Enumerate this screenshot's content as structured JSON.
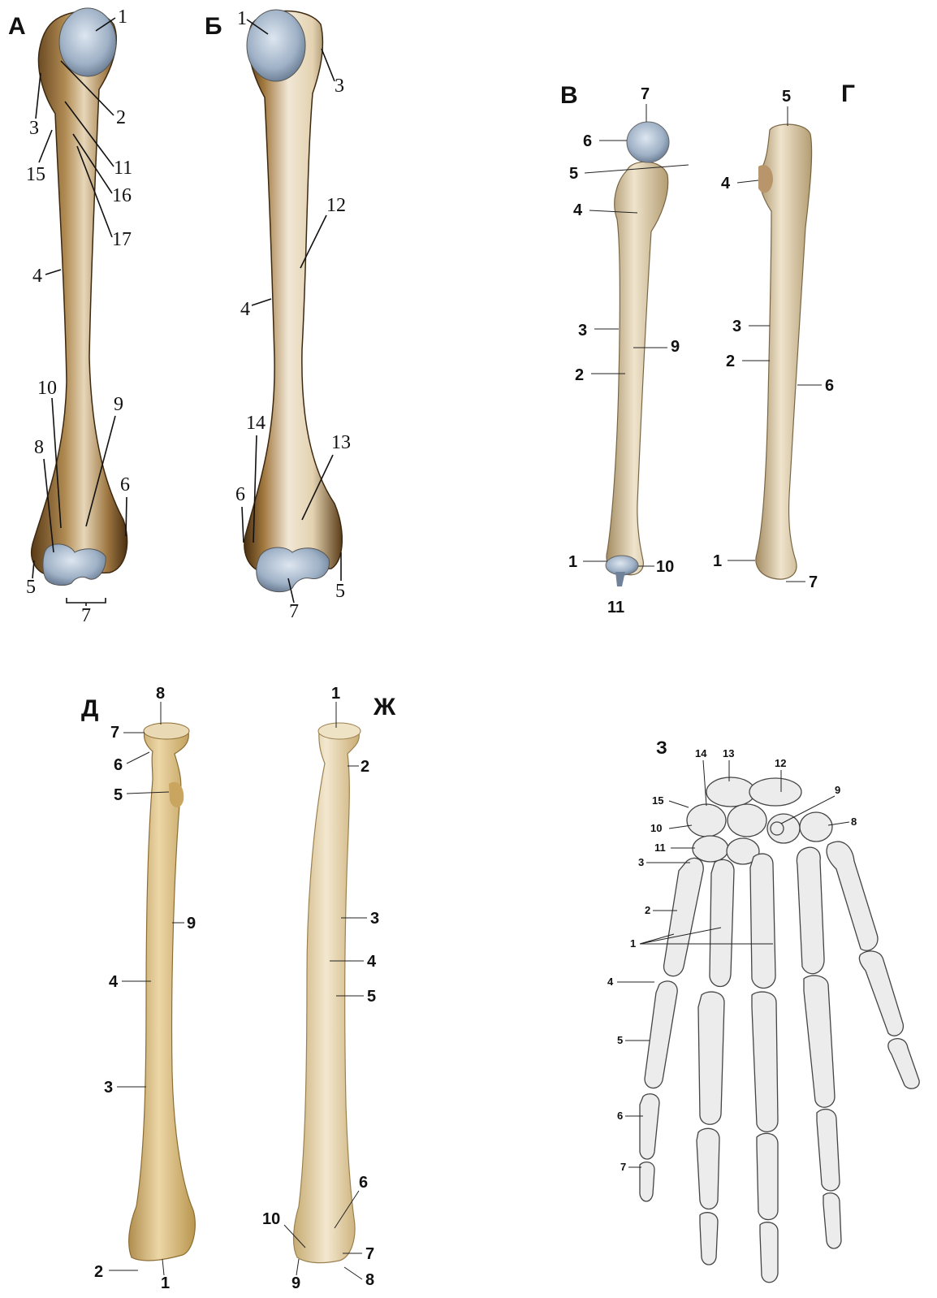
{
  "panels": {
    "A": {
      "letter": "А",
      "labels": [
        "1",
        "2",
        "3",
        "15",
        "11",
        "16",
        "17",
        "4",
        "10",
        "9",
        "8",
        "6",
        "5",
        "7"
      ]
    },
    "B": {
      "letter": "Б",
      "labels": [
        "1",
        "3",
        "12",
        "4",
        "14",
        "13",
        "6",
        "5",
        "7"
      ]
    },
    "V": {
      "letter": "В",
      "labels": [
        "7",
        "6",
        "5",
        "4",
        "3",
        "9",
        "2",
        "1",
        "10",
        "11"
      ]
    },
    "G": {
      "letter": "Г",
      "labels": [
        "5",
        "4",
        "3",
        "2",
        "6",
        "1",
        "7"
      ]
    },
    "D": {
      "letter": "Д",
      "labels": [
        "8",
        "7",
        "6",
        "5",
        "9",
        "4",
        "3",
        "2",
        "1"
      ]
    },
    "Zh": {
      "letter": "Ж",
      "labels": [
        "1",
        "2",
        "3",
        "4",
        "5",
        "10",
        "6",
        "7",
        "9",
        "8"
      ]
    },
    "Z": {
      "letter": "З",
      "labels": [
        "14",
        "13",
        "12",
        "15",
        "9",
        "10",
        "8",
        "11",
        "3",
        "2",
        "1",
        "4",
        "5",
        "6",
        "7"
      ]
    }
  },
  "colors": {
    "humerus_dark": "#6b4a22",
    "humerus_mid": "#a67c45",
    "humerus_light": "#e9dcc2",
    "cartilage": "#b9c6d6",
    "ulna": "#d9c9a6",
    "radius": "#d8b978",
    "hand_bone": "#e9e9e9",
    "hand_outline": "#444444"
  }
}
